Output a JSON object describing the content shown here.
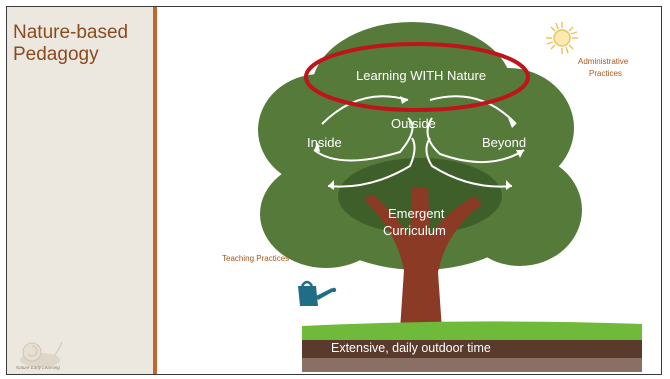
{
  "slide": {
    "title": "Nature-based Pedagogy",
    "logo_text": "Nature Early Learning"
  },
  "diagram": {
    "center_label": "Learning WITH Nature",
    "cycle_labels": {
      "inside": "Inside",
      "outside": "Outside",
      "beyond": "Beyond"
    },
    "trunk_label_line1": "Emergent",
    "trunk_label_line2": "Curriculum",
    "ground_label": "Extensive, daily outdoor time",
    "admin_line1": "Administrative",
    "admin_line2": "Practices",
    "teaching_label": "Teaching Practices"
  },
  "colors": {
    "canopy": "#557a3a",
    "canopy_dark": "#3f5f2a",
    "trunk": "#8b3a25",
    "grass": "#6fba3a",
    "soil": "#5a3a2c",
    "highlight_ellipse": "#c0141c",
    "accent_text": "#a8581f",
    "sidebar_rule": "#c0662e"
  },
  "icons": [
    "sun-icon",
    "watering-can-icon",
    "snail-logo-icon"
  ]
}
